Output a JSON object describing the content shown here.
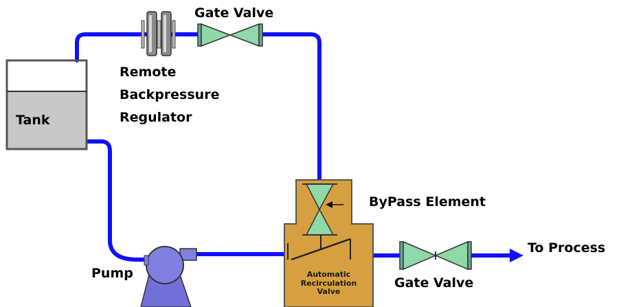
{
  "labels": {
    "gate_valve_top": "Gate Valve",
    "remote_backpressure_regulator": [
      "Remote",
      "Backpressure",
      "Regulator"
    ],
    "tank": "Tank",
    "bypass_element": "ByPass Element",
    "to_process": "To Process",
    "pump": "Pump",
    "gate_valve_bottom": "Gate Valve",
    "arv": [
      "Automatic",
      "Recirculation",
      "Valve"
    ]
  },
  "colors": {
    "pipe": "#1010ff",
    "valve": "#8fd8a8",
    "regulator": "#8a8a8a",
    "tank_liquid": "#c8c8c8",
    "pump": "#8080e0",
    "arv_body": "#d6a040"
  }
}
